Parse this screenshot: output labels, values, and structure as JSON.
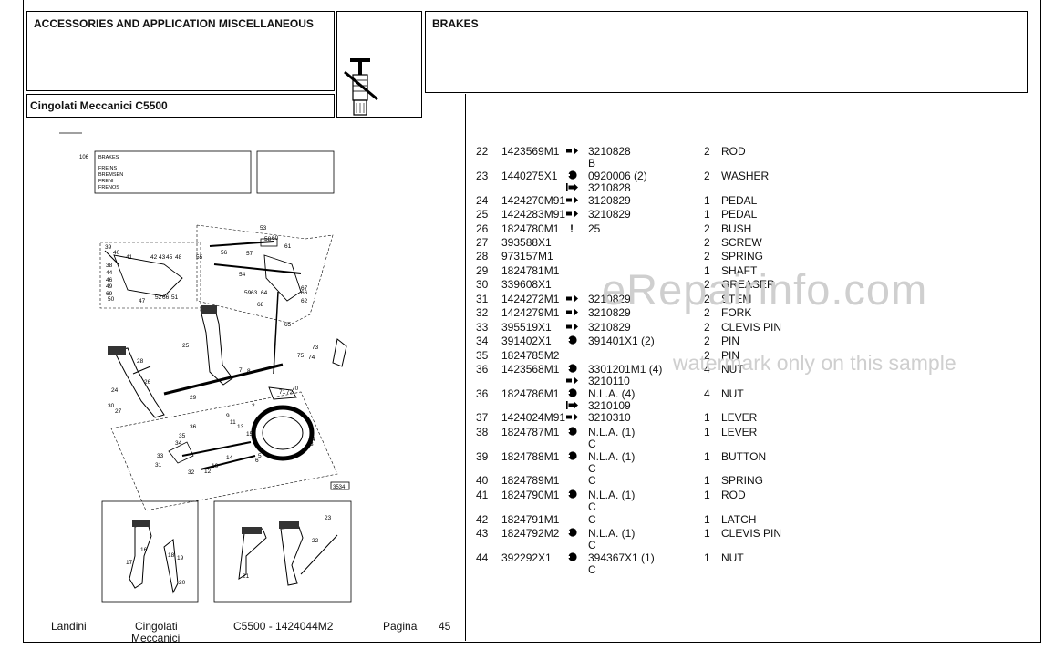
{
  "header": {
    "left_title": "ACCESSORIES AND APPLICATION MISCELLANEOUS",
    "right_title": "BRAKES",
    "model_label": "Cingolati Meccanici C5500"
  },
  "diagram": {
    "inset_number": "106",
    "inset_labels": [
      "BRAKES",
      "FREINS",
      "BREMSEN",
      "FRENI",
      "FRENOS"
    ],
    "figure_number": "3534",
    "callouts": [
      "53",
      "39",
      "40",
      "41",
      "42",
      "43",
      "45",
      "48",
      "56",
      "57",
      "58",
      "60",
      "61",
      "55",
      "54",
      "38",
      "44",
      "46",
      "49",
      "69",
      "47",
      "52",
      "66",
      "51",
      "50",
      "59",
      "63",
      "64",
      "67",
      "66",
      "62",
      "68",
      "65",
      "25",
      "28",
      "24",
      "30",
      "27",
      "26",
      "29",
      "73",
      "74",
      "75",
      "8",
      "7",
      "72",
      "71",
      "70",
      "36",
      "35",
      "34",
      "33",
      "31",
      "32",
      "12",
      "10",
      "14",
      "6",
      "5",
      "3",
      "4",
      "2",
      "9",
      "11",
      "13",
      "15",
      "16",
      "17",
      "18",
      "19",
      "20",
      "21",
      "22",
      "23"
    ]
  },
  "parts": [
    {
      "item": "22",
      "part": "1423569M1",
      "sym": "arrow",
      "rep": "3210828",
      "qty": "2",
      "desc": "ROD",
      "extra": [
        {
          "sym": "",
          "text": "B"
        }
      ]
    },
    {
      "item": "23",
      "part": "1440275X1",
      "sym": "circle",
      "rep": "0920006  (2)",
      "qty": "2",
      "desc": "WASHER",
      "extra": [
        {
          "sym": "arrowbar",
          "text": "3210828"
        }
      ]
    },
    {
      "item": "24",
      "part": "1424270M91",
      "sym": "arrow",
      "rep": "3120829",
      "qty": "1",
      "desc": "PEDAL",
      "extra": []
    },
    {
      "item": "25",
      "part": "1424283M91",
      "sym": "arrow",
      "rep": "3210829",
      "qty": "1",
      "desc": "PEDAL",
      "extra": []
    },
    {
      "item": "26",
      "part": "1824780M1",
      "sym": "bang",
      "rep": "25",
      "qty": "2",
      "desc": "BUSH",
      "extra": []
    },
    {
      "item": "27",
      "part": "393588X1",
      "sym": "",
      "rep": "",
      "qty": "2",
      "desc": "SCREW",
      "extra": []
    },
    {
      "item": "28",
      "part": "973157M1",
      "sym": "",
      "rep": "",
      "qty": "2",
      "desc": "SPRING",
      "extra": []
    },
    {
      "item": "29",
      "part": "1824781M1",
      "sym": "",
      "rep": "",
      "qty": "1",
      "desc": "SHAFT",
      "extra": []
    },
    {
      "item": "30",
      "part": "339608X1",
      "sym": "",
      "rep": "",
      "qty": "2",
      "desc": "GREASER",
      "extra": []
    },
    {
      "item": "31",
      "part": "1424272M1",
      "sym": "arrow",
      "rep": "3210829",
      "qty": "2",
      "desc": "STEM",
      "extra": []
    },
    {
      "item": "32",
      "part": "1424279M1",
      "sym": "arrow",
      "rep": "3210829",
      "qty": "2",
      "desc": "FORK",
      "extra": []
    },
    {
      "item": "33",
      "part": "395519X1",
      "sym": "arrow",
      "rep": "3210829",
      "qty": "2",
      "desc": "CLEVIS PIN",
      "extra": []
    },
    {
      "item": "34",
      "part": "391402X1",
      "sym": "circle",
      "rep": "391401X1  (2)",
      "qty": "2",
      "desc": "PIN",
      "extra": []
    },
    {
      "item": "35",
      "part": "1824785M2",
      "sym": "",
      "rep": "",
      "qty": "2",
      "desc": "PIN",
      "extra": []
    },
    {
      "item": "36",
      "part": "1423568M1",
      "sym": "circle",
      "rep": "3301201M1  (4)",
      "qty": "4",
      "desc": "NUT",
      "extra": [
        {
          "sym": "arrow",
          "text": "3210110"
        }
      ]
    },
    {
      "item": "36",
      "part": "1824786M1",
      "sym": "circle",
      "rep": "N.L.A.  (4)",
      "qty": "4",
      "desc": "NUT",
      "extra": [
        {
          "sym": "arrowbar",
          "text": "3210109"
        }
      ]
    },
    {
      "item": "37",
      "part": "1424024M91",
      "sym": "arrow",
      "rep": "3210310",
      "qty": "1",
      "desc": "LEVER",
      "extra": []
    },
    {
      "item": "38",
      "part": "1824787M1",
      "sym": "circle",
      "rep": "N.L.A.  (1)",
      "qty": "1",
      "desc": "LEVER",
      "extra": [
        {
          "sym": "",
          "text": "C"
        }
      ]
    },
    {
      "item": "39",
      "part": "1824788M1",
      "sym": "circle",
      "rep": "N.L.A.  (1)",
      "qty": "1",
      "desc": "BUTTON",
      "extra": [
        {
          "sym": "",
          "text": "C"
        }
      ]
    },
    {
      "item": "40",
      "part": "1824789M1",
      "sym": "",
      "rep": "C",
      "qty": "1",
      "desc": "SPRING",
      "extra": []
    },
    {
      "item": "41",
      "part": "1824790M1",
      "sym": "circle",
      "rep": "N.L.A.  (1)",
      "qty": "1",
      "desc": "ROD",
      "extra": [
        {
          "sym": "",
          "text": "C"
        }
      ]
    },
    {
      "item": "42",
      "part": "1824791M1",
      "sym": "",
      "rep": "C",
      "qty": "1",
      "desc": "LATCH",
      "extra": []
    },
    {
      "item": "43",
      "part": "1824792M2",
      "sym": "circle",
      "rep": "N.L.A.  (1)",
      "qty": "1",
      "desc": "CLEVIS PIN",
      "extra": [
        {
          "sym": "",
          "text": "C"
        }
      ]
    },
    {
      "item": "44",
      "part": "392292X1",
      "sym": "circle",
      "rep": "394367X1  (1)",
      "qty": "1",
      "desc": "NUT",
      "extra": [
        {
          "sym": "",
          "text": "C"
        }
      ]
    }
  ],
  "watermark": {
    "main": "eRepairinfo.com",
    "sub": "watermark only on this sample"
  },
  "footer": {
    "brand": "Landini",
    "series_line1": "Cingolati",
    "series_line2": "Meccanici",
    "model_code": "C5500 - 1424044M2",
    "page_label": "Pagina",
    "page_number": "45"
  }
}
